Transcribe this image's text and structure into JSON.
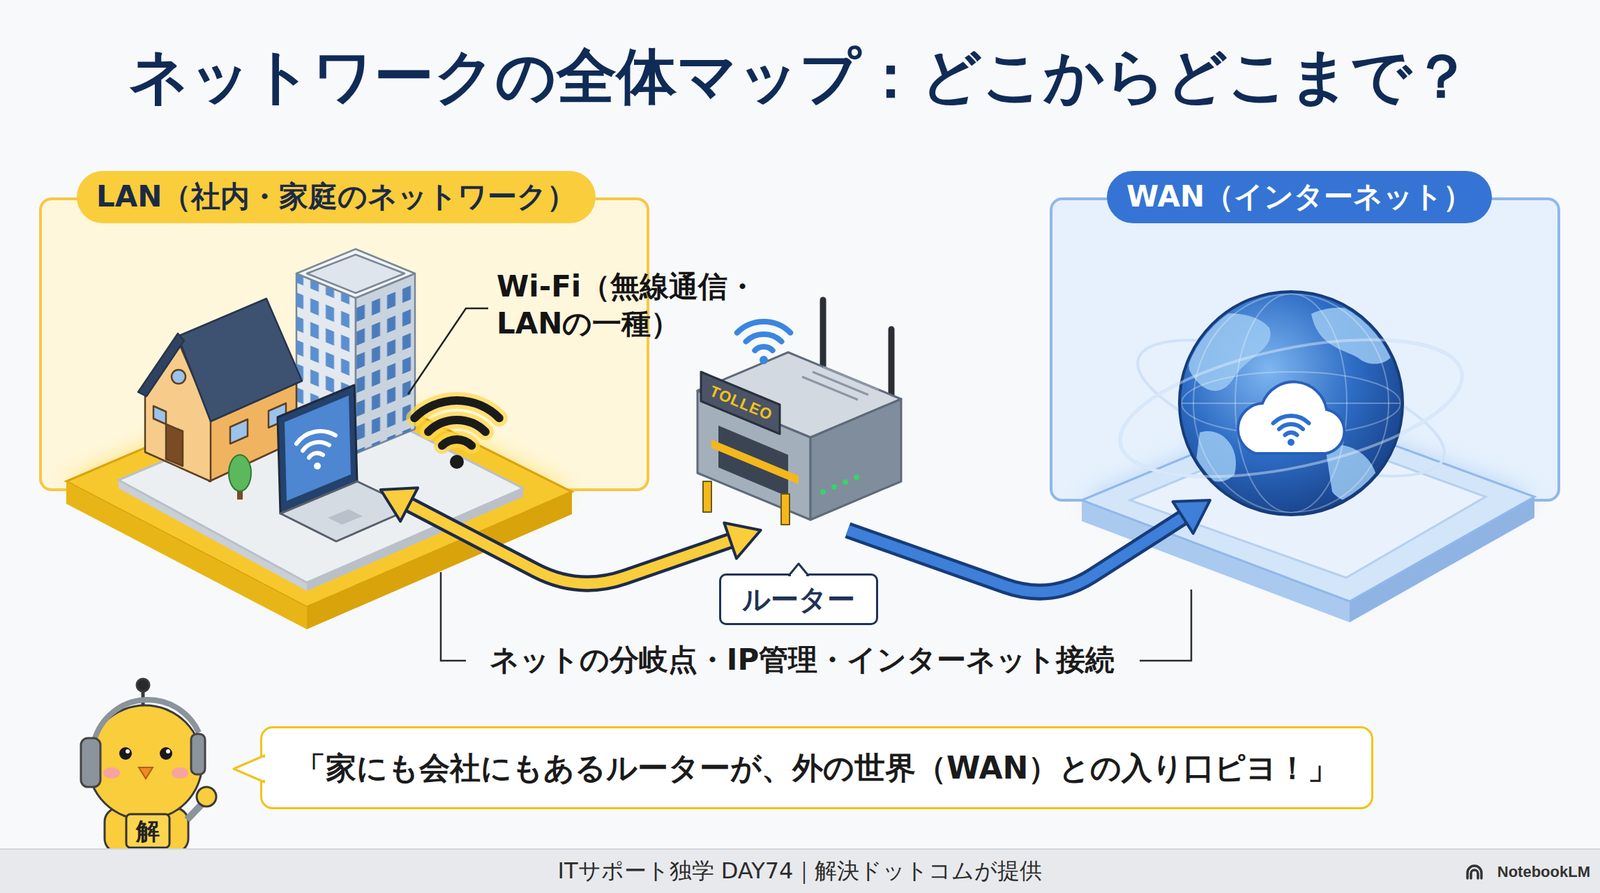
{
  "diagram": {
    "title": "ネットワークの全体マップ：どこからどこまで？",
    "nodes": [
      {
        "text": [
          "LAN（社内・家庭のネットワーク）"
        ]
      },
      {
        "text": [
          "ルーター"
        ]
      },
      {
        "text": [
          "WAN（インターネット）"
        ]
      },
      {
        "text": [
          "「家にも会社にもあるルーターが、外の世界（WAN）との入り口ピヨ！」"
        ]
      }
    ],
    "edges": [
      {
        "from": 1,
        "to": 0,
        "arrow": "both"
      },
      {
        "from": 1,
        "to": 2,
        "arrow": "to"
      }
    ],
    "labels": [
      "Wi-Fi（無線通信・ LANの一種）",
      "ネットの分岐点・IP管理・インターネット接続",
      "TOLLEO",
      "解",
      "ITサポート独学 DAY74｜解決ドットコムが提供",
      "NotebookLM"
    ]
  }
}
